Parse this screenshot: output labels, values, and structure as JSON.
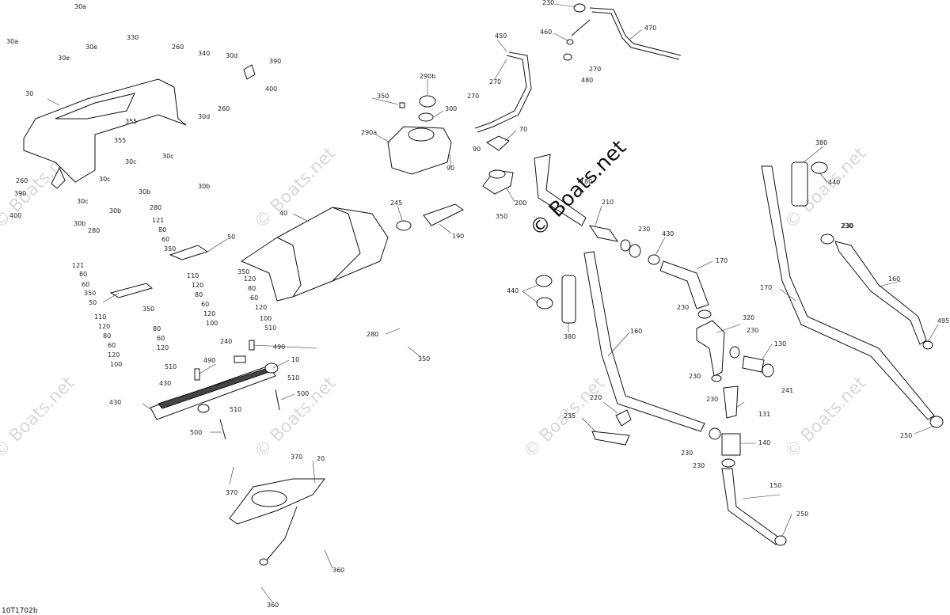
{
  "diagram_ref": "10T1702b",
  "copyright": "© Boats.net",
  "watermark": "© Boats.net",
  "labels": {
    "l0": "230",
    "l1": "470",
    "l2": "460",
    "l3": "270",
    "l4": "480",
    "l5": "450",
    "l6": "270",
    "l7": "350",
    "l8": "290b",
    "l9": "300",
    "l10": "270",
    "l11": "290a",
    "l12": "70",
    "l13": "90",
    "l14": "90",
    "l15": "200",
    "l16": "350",
    "l17": "380",
    "l18": "440",
    "l19": "180",
    "l20": "210",
    "l21": "230",
    "l22": "430",
    "l23": "170",
    "l24": "230",
    "l25": "440",
    "l26": "380",
    "l27": "160",
    "l28": "230",
    "l29": "320",
    "l30": "230",
    "l31": "130",
    "l32": "230",
    "l33": "241",
    "l34": "230",
    "l35": "131",
    "l36": "140",
    "l37": "230",
    "l38": "230",
    "l39": "150",
    "l40": "250",
    "l41": "170",
    "l42": "230",
    "l43": "160",
    "l44": "495",
    "l45": "250",
    "l46": "220",
    "l47": "235",
    "l48": "30a",
    "l49": "30a",
    "l50": "30e",
    "l51": "30e",
    "l52": "330",
    "l53": "260",
    "l54": "340",
    "l55": "30d",
    "l56": "390",
    "l57": "400",
    "l58": "30",
    "l59": "260",
    "l60": "30d",
    "l61": "355",
    "l62": "355",
    "l63": "30c",
    "l64": "30c",
    "l65": "260",
    "l66": "390",
    "l67": "30c",
    "l68": "30c",
    "l69": "30b",
    "l70": "30b",
    "l71": "400",
    "l72": "30b",
    "l73": "30b",
    "l74": "280",
    "l75": "121",
    "l76": "80",
    "l77": "60",
    "l78": "350",
    "l79": "50",
    "l80": "280",
    "l81": "121",
    "l82": "80",
    "l83": "60",
    "l84": "350",
    "l85": "50",
    "l86": "40",
    "l87": "110",
    "l88": "120",
    "l89": "80",
    "l90": "60",
    "l91": "350",
    "l92": "120",
    "l93": "80",
    "l94": "60",
    "l95": "120",
    "l96": "100",
    "l97": "510",
    "l98": "110",
    "l99": "120",
    "l100": "80",
    "l101": "60",
    "l102": "120",
    "l103": "100",
    "l104": "350",
    "l105": "120",
    "l106": "80",
    "l107": "60",
    "l108": "120",
    "l109": "100",
    "l110": "510",
    "l111": "240",
    "l112": "490",
    "l113": "490",
    "l114": "10",
    "l115": "430",
    "l116": "510",
    "l117": "500",
    "l118": "430",
    "l119": "510",
    "l120": "500",
    "l121": "280",
    "l122": "350",
    "l123": "245",
    "l124": "190",
    "l125": "370",
    "l126": "20",
    "l127": "370",
    "l128": "360",
    "l129": "360"
  }
}
